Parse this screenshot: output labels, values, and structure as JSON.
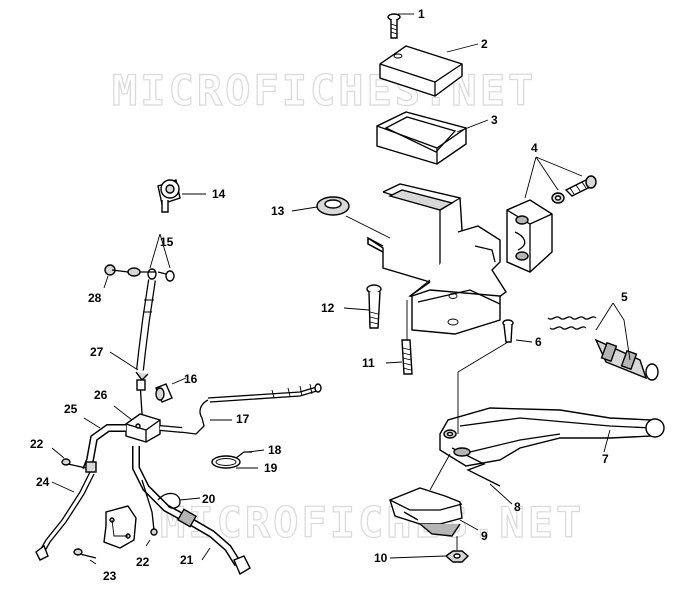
{
  "watermark": {
    "top": "MICROFICHES.NET",
    "bottom": "MICROFICHES.NET"
  },
  "callouts": [
    "1",
    "2",
    "3",
    "4",
    "5",
    "6",
    "7",
    "8",
    "9",
    "10",
    "11",
    "12",
    "13",
    "14",
    "15",
    "16",
    "17",
    "18",
    "19",
    "20",
    "21",
    "22",
    "22",
    "23",
    "24",
    "25",
    "26",
    "27",
    "28"
  ]
}
